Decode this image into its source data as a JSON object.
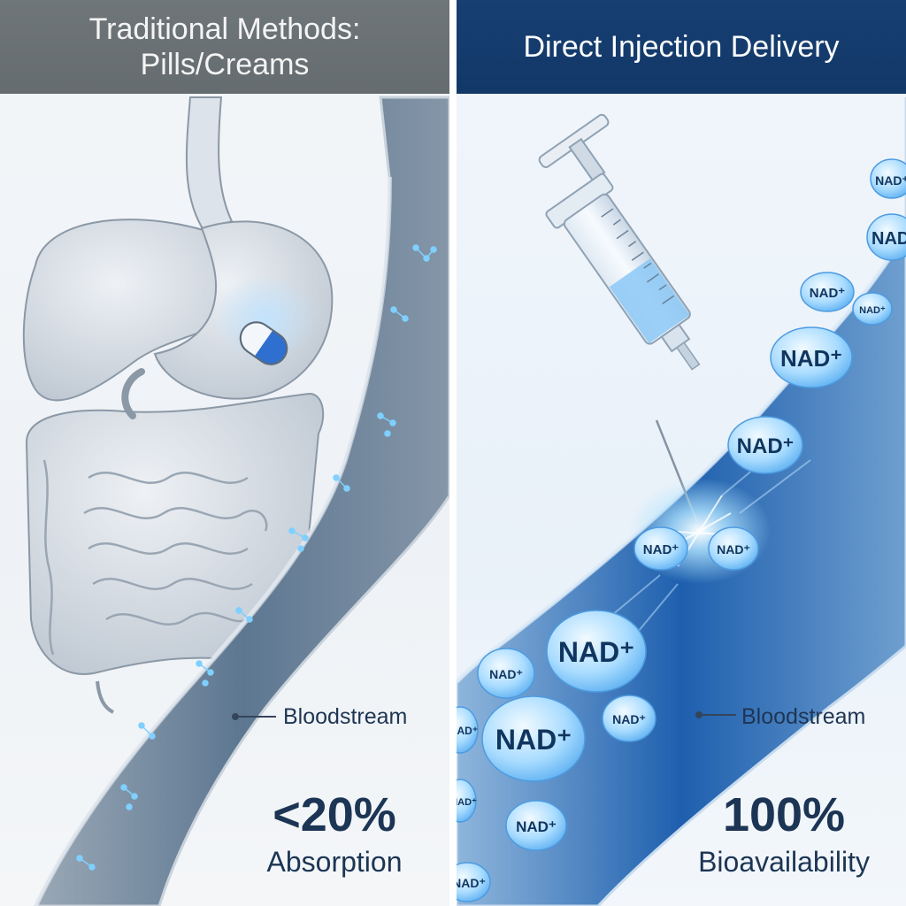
{
  "left_panel": {
    "title_line1": "Traditional Methods:",
    "title_line2": "Pills/Creams",
    "vessel_label": "Bloodstream",
    "stat_value": "<20%",
    "stat_label": "Absorption",
    "colors": {
      "header": "#6b7276",
      "vessel": "#5f7a94",
      "capsule": "#2f6fd0"
    }
  },
  "right_panel": {
    "title": "Direct Injection Delivery",
    "vessel_label": "Bloodstream",
    "stat_value": "100%",
    "stat_label": "Bioavailability",
    "molecule_label": "NAD⁺",
    "colors": {
      "header": "#153c6d",
      "vessel": "#1f5fb0",
      "bubble": "#7cc4ff"
    }
  }
}
